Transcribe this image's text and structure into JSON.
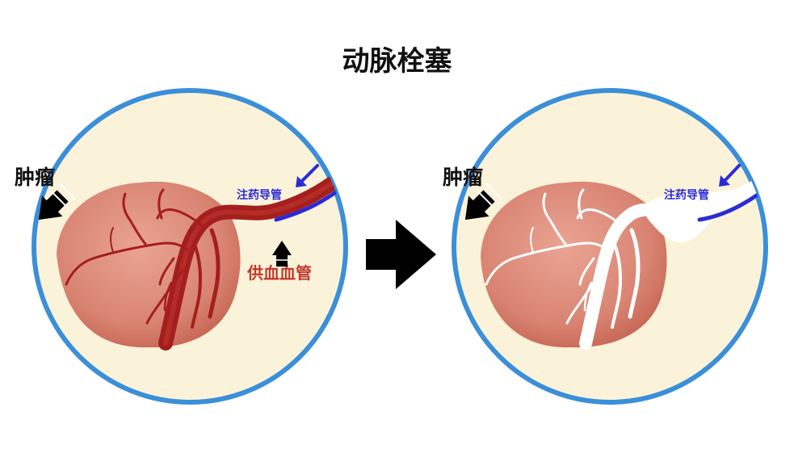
{
  "title": "动脉栓塞",
  "colors": {
    "circle_border": "#3b8fd9",
    "circle_fill": "#fbf3d9",
    "tumor": "#d77e6c",
    "vessel": "#a51e1e",
    "catheter": "#2b2bd6",
    "embolic": "#ffffff",
    "arrow": "#000000"
  },
  "before": {
    "tumor_label": "肿瘤",
    "catheter_label": "注药导管",
    "feeding_vessel_label": "供血血管"
  },
  "after": {
    "tumor_label": "肿瘤",
    "catheter_label": "注药导管"
  },
  "transition_icon": "right-arrow-icon"
}
